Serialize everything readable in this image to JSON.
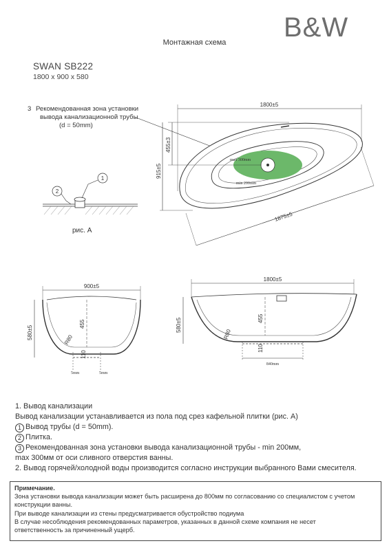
{
  "brand": "B&W",
  "subtitle": "Монтажная схема",
  "model": "SWAN SB222",
  "dimensions": "1800 x 900 x 580",
  "zone_note": {
    "number": "3",
    "line1": "Рекомендованная зона установки",
    "line2": "вывода канализационной трубы",
    "line3": "(d = 50mm)"
  },
  "detail": {
    "callout1": "1",
    "callout2": "2",
    "caption": "рис. А"
  },
  "top_view": {
    "width_label": "1800±5",
    "depth_label": "915±5",
    "drain_offset_label": "455±3",
    "diagonal_label": "1875±5",
    "max_label": "max 300mm",
    "min_label": "min 200mm"
  },
  "side_view": {
    "width_label": "900±5",
    "height_label": "580±5",
    "inner_height_label": "455",
    "radius_label": "R80",
    "base_label": "110",
    "left_gap": "5mm",
    "right_gap": "5mm"
  },
  "front_view": {
    "width_label": "1800±5",
    "height_label": "580±5",
    "inner_height_label": "455",
    "radius_label": "R80",
    "base_label": "110",
    "base_width_label": "840mm"
  },
  "instructions": {
    "l1": "1. Вывод канализации",
    "l2": "Вывод канализации устанавливается из пола под срез кафельной плитки (рис. А)",
    "l3_num": "1",
    "l3": "Вывод трубы (d = 50mm).",
    "l4_num": "2",
    "l4": "Плитка.",
    "l5_num": "3",
    "l5": "Рекомендованная зона установки вывода канализационной трубы - min 200мм,",
    "l6": "max 300мм от оси сливного отверстия ванны.",
    "l7": "2. Вывод горячей/холодной воды производится согласно инструкции выбранного Вами смесителя."
  },
  "note": {
    "title": "Примечание.",
    "l1": "Зона установки вывода канализации может быть расширена до 800мм по согласованию со специалистом с учетом",
    "l2": "конструкции ванны.",
    "l3": "При выводе канализации из стены предусматривается обустройство подиума",
    "l4": "В случае несоблюдения рекомендованных параметров, указанных в данной схеме компания не несет",
    "l5": "ответственность за причиненный ущерб."
  },
  "colors": {
    "zone_green": "#6cb86a",
    "line": "#333333"
  }
}
